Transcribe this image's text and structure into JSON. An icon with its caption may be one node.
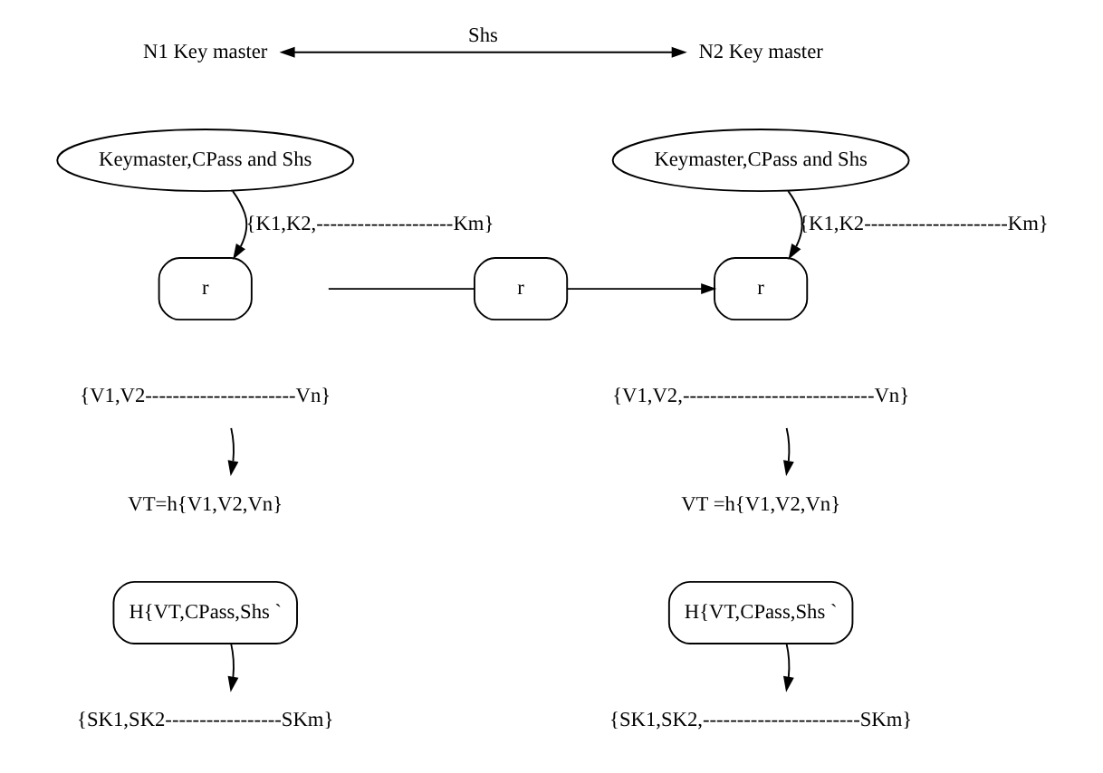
{
  "diagram": {
    "nodes": [
      {
        "text": [
          "N1 Key master"
        ]
      },
      {
        "text": [
          "N2 Key master"
        ]
      },
      {
        "text": [
          "Keymaster,CPass and Shs"
        ]
      },
      {
        "text": [
          "Keymaster,CPass and Shs"
        ]
      },
      {
        "text": [
          "r"
        ]
      },
      {
        "text": [
          "r"
        ]
      },
      {
        "text": [
          "r"
        ]
      },
      {
        "text": [
          "{V1,V2----------------------Vn}"
        ]
      },
      {
        "text": [
          "{V1,V2,----------------------------Vn}"
        ]
      },
      {
        "text": [
          "VT=h{V1,V2,Vn}"
        ]
      },
      {
        "text": [
          "VT =h{V1,V2,Vn}"
        ]
      },
      {
        "text": [
          "H{VT,CPass,Shs `"
        ]
      },
      {
        "text": [
          "H{VT,CPass,Shs `"
        ]
      },
      {
        "text": [
          "{SK1,SK2-----------------SKm}"
        ]
      },
      {
        "text": [
          "{SK1,SK2,-----------------------SKm}"
        ]
      }
    ],
    "edges": [
      {
        "from": 0,
        "to": 1,
        "arrow": "both",
        "label": "Shs"
      },
      {
        "from": 2,
        "to": 4,
        "arrow": "to",
        "label": "{K1,K2,--------------------Km}"
      },
      {
        "from": 3,
        "to": 6,
        "arrow": "to",
        "label": "{K1,K2---------------------Km}"
      },
      {
        "from": null,
        "to": 5,
        "arrow": "none"
      },
      {
        "from": 5,
        "to": 6,
        "arrow": "to"
      },
      {
        "from": 7,
        "to": 9,
        "arrow": "to"
      },
      {
        "from": 8,
        "to": 10,
        "arrow": "to"
      },
      {
        "from": 11,
        "to": 13,
        "arrow": "to"
      },
      {
        "from": 12,
        "to": 14,
        "arrow": "to"
      }
    ]
  }
}
